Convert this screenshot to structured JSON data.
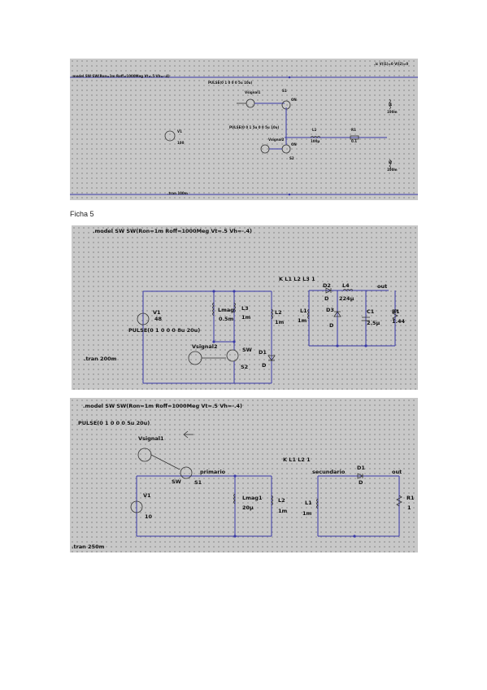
{
  "caption": "Ficha 5",
  "schematic1": {
    "directive_model": ".model SW SW(Ron=1m Roff=1000Meg Vt=.5 Vh=-.4)",
    "directive_top_right": ".ic V(l1)=0 V(l2)=0",
    "pulse1": "PULSE(0 1 0 0 0 5u 10u)",
    "pulse2": "PULSE(0 0 1 5u 0 0 5u 10u)",
    "vsignal1": "Vsignal1",
    "vsignal2": "Vsignal2",
    "s1": "S1",
    "s2": "S2",
    "on": "ON",
    "v1": "V1",
    "v1_value": "100",
    "l1": "L1",
    "l1_value": "100µ",
    "r1": "R1",
    "r1_value": "0.1",
    "i1": "I1",
    "i1_value": "100m",
    "i2": "I2",
    "i2_value": "100m",
    "tran": ".tran 100m"
  },
  "schematic2": {
    "directive_model": ".model SW SW(Ron=1m Roff=1000Meg Vt=.5 Vh=-.4)",
    "coupling": "K L1 L2 L3 1",
    "v1": "V1",
    "v1_value": "48",
    "pulse": "PULSE(0 1 0 0 0 8u 20u)",
    "lmag": "Lmag",
    "lmag_value": "0.5m",
    "l3": "L3",
    "l3_value": "1m",
    "l2": "L2",
    "l2_value": "1m",
    "vsignal2": "Vsignal2",
    "sw": "SW",
    "s2": "S2",
    "d1": "D1",
    "d1_value": "D",
    "d2": "D2",
    "d2_value": "D",
    "l4": "L4",
    "l4_value": "224µ",
    "out": "out",
    "l1": "L1",
    "l1_value": "1m",
    "d3": "D3",
    "d3_value": "D",
    "c1": "C1",
    "c1_value": "2.5µ",
    "r1": "R1",
    "r1_value": "1.44",
    "tran": ".tran 200m"
  },
  "schematic3": {
    "directive_model": ".model SW SW(Ron=1m Roff=1000Meg Vt=.5 Vh=-.4)",
    "pulse": "PULSE(0 1 0 0 0 5u 20u)",
    "vsignal1": "Vsignal1",
    "coupling": "K L1 L2 1",
    "sw": "SW",
    "s1": "S1",
    "primario": "primario",
    "v1": "V1",
    "v1_value": "10",
    "lmag1": "Lmag1",
    "lmag1_value": "20µ",
    "l2": "L2",
    "l2_value": "1m",
    "secundario": "secundario",
    "d1": "D1",
    "d1_value": "D",
    "out": "out",
    "l1": "L1",
    "l1_value": "1m",
    "r1": "R1",
    "r1_value": "1",
    "tran": ".tran 250m"
  }
}
